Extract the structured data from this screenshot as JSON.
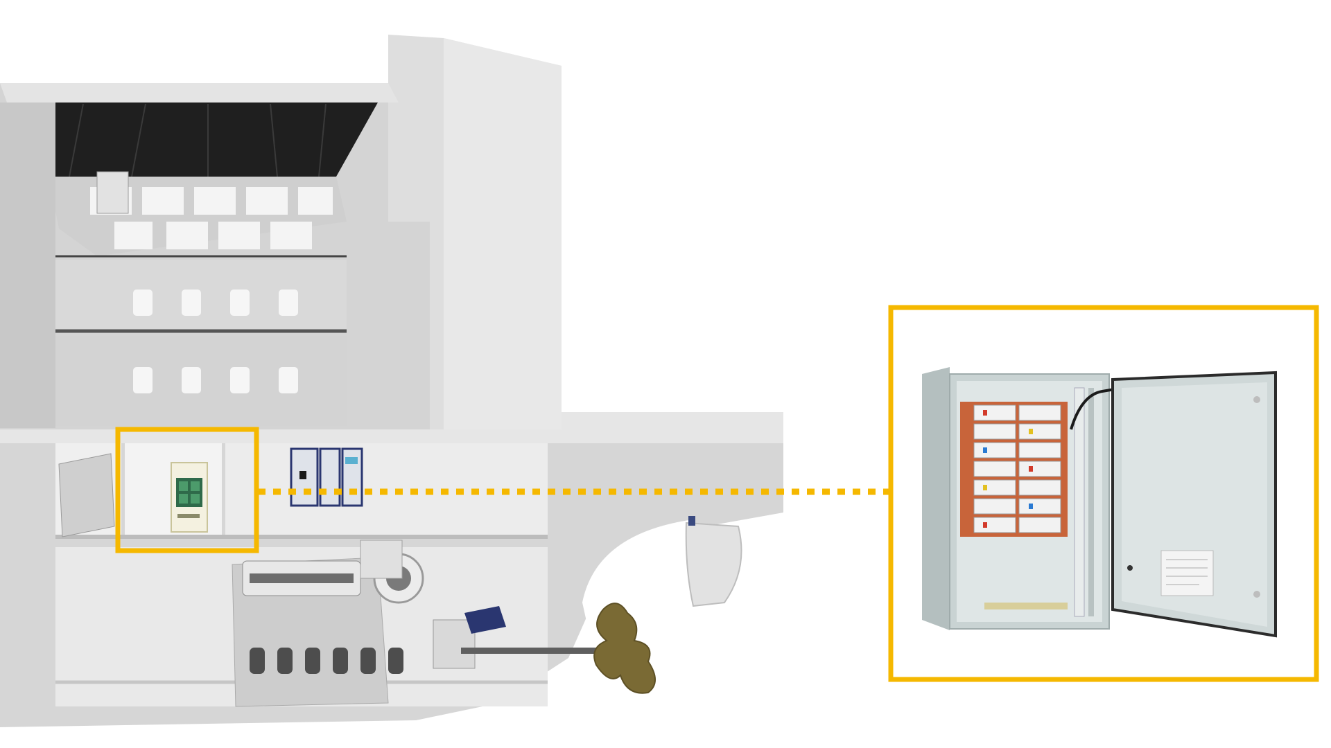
{
  "colors": {
    "background": "#ffffff",
    "accent": "#F5B800",
    "hull": "#d8d8d8",
    "hull_light": "#e6e6e6",
    "hull_shadow": "#c4c4c4",
    "bridge_window": "#1e1e1e",
    "cabinet_body": "#c9d3d3",
    "breaker_orange": "#c8643a",
    "propeller": "#7a6a34",
    "equipment_navy": "#2a3670"
  },
  "icons": {
    "highlight_marker": "highlight-frame",
    "connector": "dotted-connector-line",
    "detail_view": "electrical-cabinet-open"
  }
}
